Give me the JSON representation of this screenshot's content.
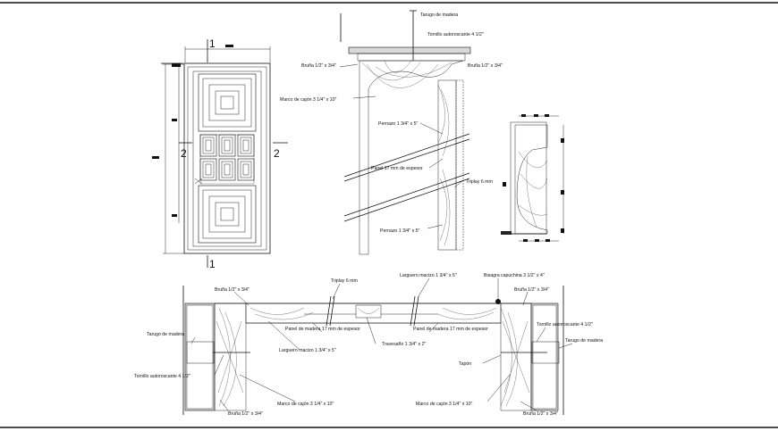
{
  "section_marks": {
    "top": "1",
    "bottom": "1",
    "left": "2",
    "right": "2"
  },
  "labels": {
    "tarugo_top": "Tarugo de madera",
    "tornillo_top": "Tornillo autoroscante 4 1/2\"",
    "bruna_tl": "Bruña 1/2\" x 3/4\"",
    "bruna_tr": "Bruña 1/2\" x 3/4\"",
    "marco_cajon_top": "Marco de cajón 3 1/4\" x 10\"",
    "pemazo_a": "Pernazo 1 3/4\" x 5\"",
    "panel_mid": "Panel 17 mm de espesor",
    "triplay_mid": "Triplay 6 mm",
    "pemazo_b": "Pernazo 1 3/4\" x 5\"",
    "bruna_bl": "Bruña 1/2\" x 3/4\"",
    "triplay_bot": "Triplay 6 mm",
    "larguero_top": "Larguero macizo 1 3/4\" x 5\"",
    "bisagra": "Bisagra capuchina 3 1/2\" x 4\"",
    "bruna_br": "Bruña 1/2\" x 3/4\"",
    "tarugo_l": "Tarugo de madera",
    "panel_l": "Panel de madera 17 mm de espesor",
    "panel_r": "Panel de madera 17 mm de espesor",
    "tornillo_r": "Tornillo autoroscante 4 1/2\"",
    "tarugo_r": "Tarugo de madera",
    "larguero_bot": "Larguero macizo 1 3/4\" x 5\"",
    "travesano": "Travesaño 1 3/4\" x 2\"",
    "tornillo_l": "Tornillo autoroscante 4 1/2\"",
    "tapon": "Tapón",
    "marco_cajon_l": "Marco de cajón 3 1/4\" x 10\"",
    "marco_cajon_r": "Marco de cajón 3 1/4\" x 10\"",
    "bruna_bot_l": "Bruña 1/2\" x 3/4\"",
    "bruna_bot_r": "Bruña 1/2\" x 3/4\""
  }
}
